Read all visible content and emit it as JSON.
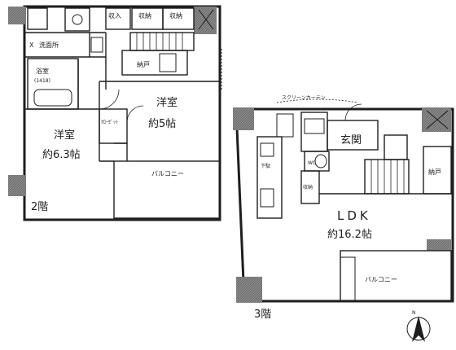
{
  "floor2": {
    "caption": "2階",
    "rooms": {
      "bedroom_west_name": "洋室",
      "bedroom_west_size": "約6.3帖",
      "bedroom_east_name": "洋室",
      "bedroom_east_size": "約5帖",
      "washroom": "洗面所",
      "bathroom_name": "浴室",
      "bathroom_size": "(1418)",
      "storage": "納戸",
      "closet1": "収入",
      "closet2": "収納",
      "closet3": "収納",
      "closet_small": "ｸﾛｰｾﾞｯﾄ",
      "balcony": "バルコニー"
    }
  },
  "floor3": {
    "caption": "3階",
    "rooms": {
      "ldk_name": "LDK",
      "ldk_size": "約16.2帖",
      "entrance": "玄関",
      "storage": "納戸",
      "balcony": "バルコニー",
      "shoe_closet": "下駄",
      "wc": "WC",
      "closet": "収納",
      "curtain_note": "スクリーンカーテン"
    }
  },
  "compass": {
    "label": "N"
  },
  "colors": {
    "wall": "#7a7a7a",
    "line": "#1e1e1e",
    "paper": "#ffffff"
  }
}
